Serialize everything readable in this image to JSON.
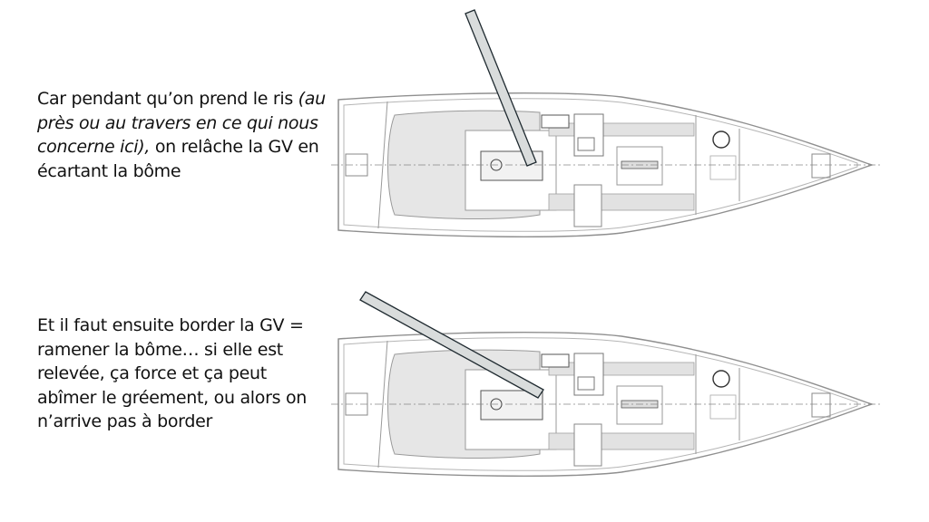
{
  "slide": {
    "caption_top": {
      "part1": "Car pendant qu’on prend le ris ",
      "italic": "(au près ou au travers en ce qui nous concerne ici),",
      "part2": " on relâche la GV en écartant la bôme"
    },
    "caption_bottom": "Et il faut ensuite border la GV = ramener la bôme… si elle est relevée, ça force et ça peut abîmer le gréement, ou alors on n’arrive pas à border"
  },
  "colors": {
    "boom_fill": "#d9dcdc",
    "boom_stroke": "#1f2a30",
    "hull_line": "#9a9a9a",
    "deck_shade": "#e6e6e6"
  }
}
